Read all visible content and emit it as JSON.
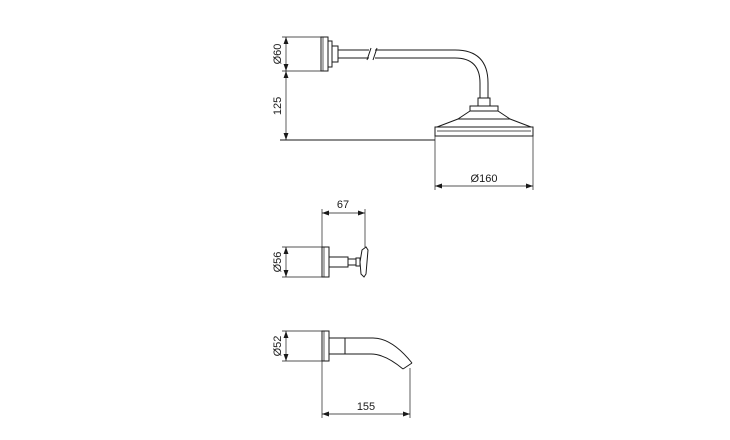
{
  "shower_head": {
    "arm_flange_diameter": "Ø60",
    "drop_height": "125",
    "head_diameter": "Ø160"
  },
  "valve": {
    "projection": "67",
    "flange_diameter": "Ø56"
  },
  "spout": {
    "flange_diameter": "Ø52",
    "projection": "155"
  }
}
